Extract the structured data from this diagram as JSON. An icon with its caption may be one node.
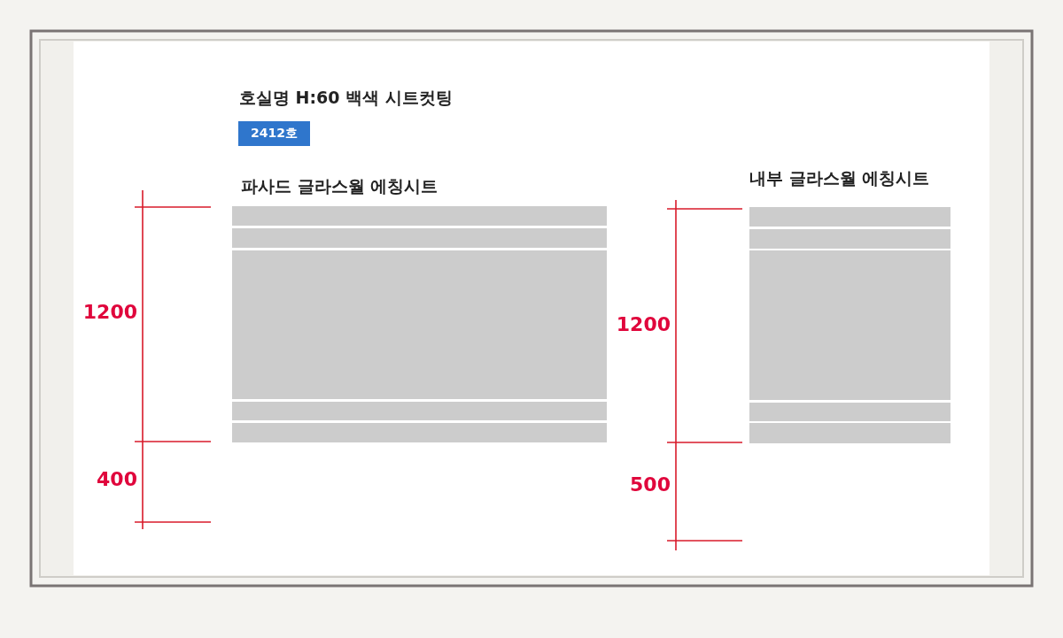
{
  "diagram": {
    "title": "호실명 H:60 백색 시트컷팅",
    "nodes": [
      {
        "text": [
          "2412호"
        ]
      },
      {
        "text": [
          "파사드 글라스월 에칭시트"
        ]
      },
      {
        "text": [
          "내부 글라스월 에칭시트"
        ]
      }
    ],
    "labels": [
      "1200",
      "400",
      "1200",
      "500"
    ]
  }
}
